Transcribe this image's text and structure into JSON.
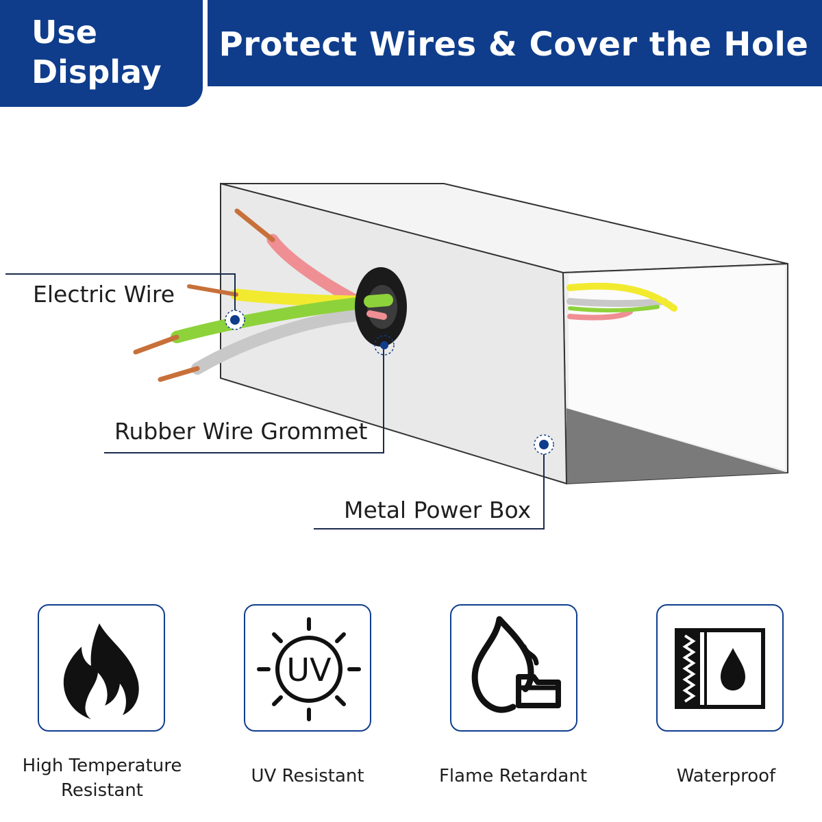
{
  "header": {
    "tab_line1": "Use",
    "tab_line2": "Display",
    "title": "Protect Wires & Cover the Hole"
  },
  "callouts": {
    "electric_wire": "Electric Wire",
    "grommet": "Rubber Wire Grommet",
    "power_box": "Metal Power Box"
  },
  "features": [
    {
      "label_line1": "High Temperature",
      "label_line2": "Resistant",
      "icon": "fire-icon"
    },
    {
      "label_line1": "UV Resistant",
      "label_line2": "",
      "icon": "uv-sun-icon",
      "icon_text": "UV"
    },
    {
      "label_line1": "Flame Retardant",
      "label_line2": "",
      "icon": "flame-folder-icon"
    },
    {
      "label_line1": "Waterproof",
      "label_line2": "",
      "icon": "water-drop-wall-icon"
    }
  ],
  "colors": {
    "brand_blue": "#0f3d8c",
    "wire_pink": "#ef8f94",
    "wire_yellow": "#f2ea2f",
    "wire_green": "#8ed23b",
    "wire_gray": "#c8c8c8",
    "copper": "#c8703a",
    "box_face": "#e9e9e9"
  }
}
